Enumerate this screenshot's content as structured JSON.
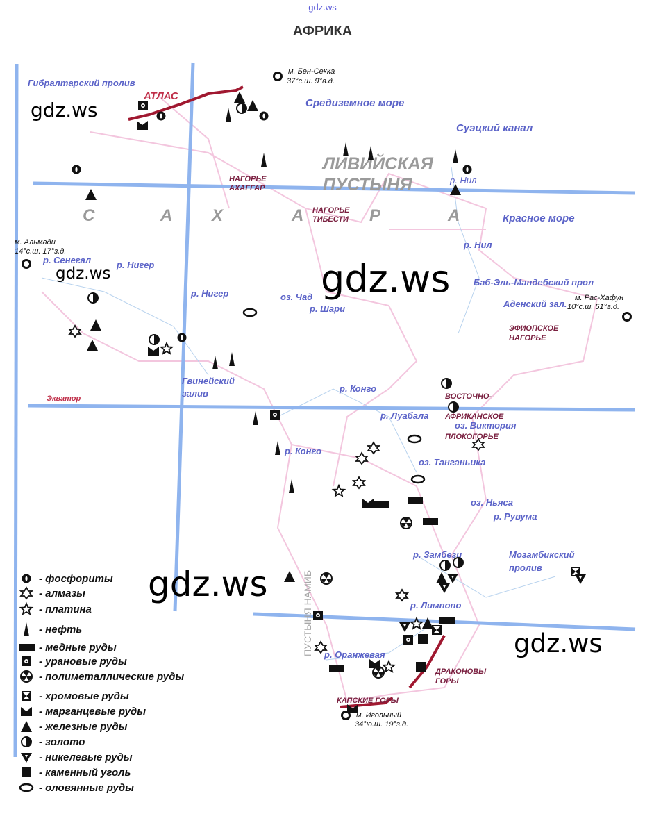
{
  "header": {
    "watermark_top": "gdz.ws",
    "title": "АФРИКА"
  },
  "watermarks": [
    "gdz.ws",
    "gdz.ws",
    "gdz.ws",
    "gdz.ws",
    "gdz.ws"
  ],
  "seas": {
    "gibraltar": "Гибралтарский пролив",
    "mediterranean": "Средиземное море",
    "suez": "Суэцкий канал",
    "red_sea": "Красное море",
    "bab": "Баб-Эль-Мандебский прол",
    "aden": "Аденский зал.",
    "guinea_1": "Гвинейский",
    "guinea_2": "залив",
    "mozambique_1": "Мозамбикский",
    "mozambique_2": "пролив",
    "equator": "Экватор"
  },
  "rivers": {
    "nile_1": "р. Нил",
    "nile_2": "р. Нил",
    "senegal": "р. Сенегал",
    "niger_1": "р. Нигер",
    "niger_2": "р. Нигер",
    "chad": "оз. Чад",
    "shari": "р. Шари",
    "congo_1": "р. Конго",
    "congo_2": "р. Конго",
    "lualaba": "р. Луабала",
    "victoria": "оз. Виктория",
    "tanganyika": "оз. Танганьика",
    "nyasa": "оз. Ньяса",
    "ruvuma": "р. Рувума",
    "zambezi": "р. Замбези",
    "limpopo": "р. Лимпопо",
    "orange": "р. Оранжевая"
  },
  "relief": {
    "atlas": "АТЛАС",
    "ahaggar_1": "НАГОРЬЕ",
    "ahaggar_2": "АХАГГАР",
    "tibesti_1": "НАГОРЬЕ",
    "tibesti_2": "ТИБЕСТИ",
    "ethiopian_1": "ЭФИОПСКОЕ",
    "ethiopian_2": "НАГОРЬЕ",
    "east_1": "ВОСТОЧНО-",
    "east_2": "АФРИКАНСКОЕ",
    "east_3": "ПЛОКОГОРЬЕ",
    "drakensberg_1": "ДРАКОНОВЫ",
    "drakensberg_2": "ГОРЫ",
    "cape_mountains": "КАПСКИЕ ГОРЫ"
  },
  "deserts": {
    "sahara_letters": [
      "С",
      "А",
      "Х",
      "А",
      "Р",
      "А"
    ],
    "libyan_1": "ЛИВИЙСКАЯ",
    "libyan_2": "ПУСТЫНЯ",
    "namib": "ПУСТЫНЯ НАМИБ"
  },
  "capes": {
    "ben_sekka_1": "м. Бен-Секка",
    "ben_sekka_2": "37°с.ш. 9°в.д.",
    "almadi_1": "м. Альмади",
    "almadi_2": "14°с.ш. 17°з.д.",
    "ras_hafun_1": "м. Рас-Хафун",
    "ras_hafun_2": "10°с.ш. 51°в.д.",
    "agulhas_1": "м. Игольный",
    "agulhas_2": "34°ю.ш. 19°з.д."
  },
  "legend": [
    {
      "icon": "phosphorite",
      "label": "- фосфориты"
    },
    {
      "icon": "diamond",
      "label": "- алмазы"
    },
    {
      "icon": "platinum",
      "label": "- платина"
    },
    {
      "icon": "oil",
      "label": "- нефть"
    },
    {
      "icon": "copper",
      "label": "- медные руды"
    },
    {
      "icon": "uranium",
      "label": "- урановые руды"
    },
    {
      "icon": "polymetal",
      "label": "- полиметаллические руды"
    },
    {
      "icon": "chrome",
      "label": "- хромовые руды"
    },
    {
      "icon": "manganese",
      "label": "- марганцевые руды"
    },
    {
      "icon": "iron",
      "label": "- железные руды"
    },
    {
      "icon": "gold",
      "label": "- золото"
    },
    {
      "icon": "nickel",
      "label": "- никелевые руды"
    },
    {
      "icon": "coal",
      "label": "- каменный уголь"
    },
    {
      "icon": "tin",
      "label": "- оловянные руды"
    }
  ],
  "colors": {
    "grid": "#8fb4ee",
    "border": "#f0b8d8",
    "mountain": "#a01830",
    "label_blue": "#5b63c8"
  }
}
